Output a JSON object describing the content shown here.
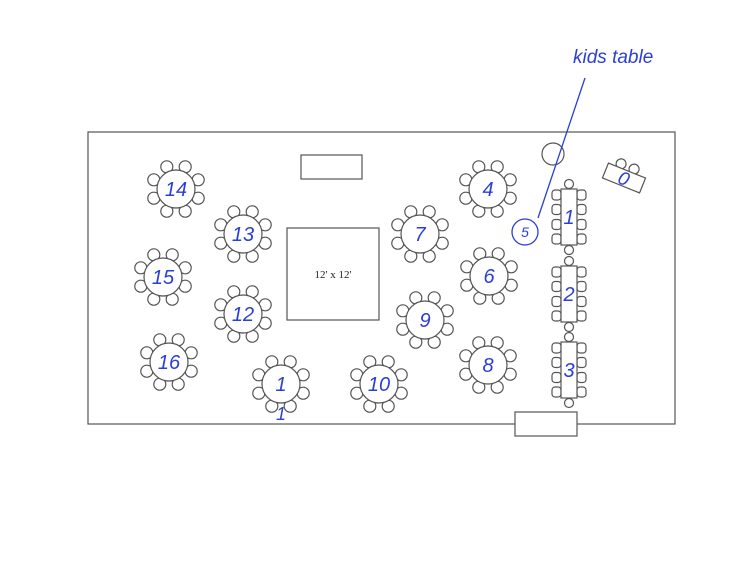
{
  "annotation": {
    "kids_label": "kids table"
  },
  "dance_floor": {
    "label": "12' x 12'"
  },
  "round_tables": [
    {
      "id": "t14",
      "label": "14"
    },
    {
      "id": "t13",
      "label": "13"
    },
    {
      "id": "t15",
      "label": "15"
    },
    {
      "id": "t12",
      "label": "12"
    },
    {
      "id": "t16",
      "label": "16"
    },
    {
      "id": "t1",
      "label": "1"
    },
    {
      "id": "t10",
      "label": "10"
    },
    {
      "id": "t7",
      "label": "7"
    },
    {
      "id": "t9",
      "label": "9"
    },
    {
      "id": "t4",
      "label": "4"
    },
    {
      "id": "t6",
      "label": "6"
    },
    {
      "id": "t8",
      "label": "8"
    }
  ],
  "rect_tables": [
    {
      "id": "r1",
      "label": "1"
    },
    {
      "id": "r2",
      "label": "2"
    },
    {
      "id": "r3",
      "label": "3"
    }
  ],
  "kids_table": {
    "label": "5"
  },
  "corner_table": {
    "label": "0"
  },
  "extra_marks": {
    "below_table_1": "1"
  },
  "colors": {
    "ink": "#2a3fd6",
    "stroke": "#555555"
  }
}
